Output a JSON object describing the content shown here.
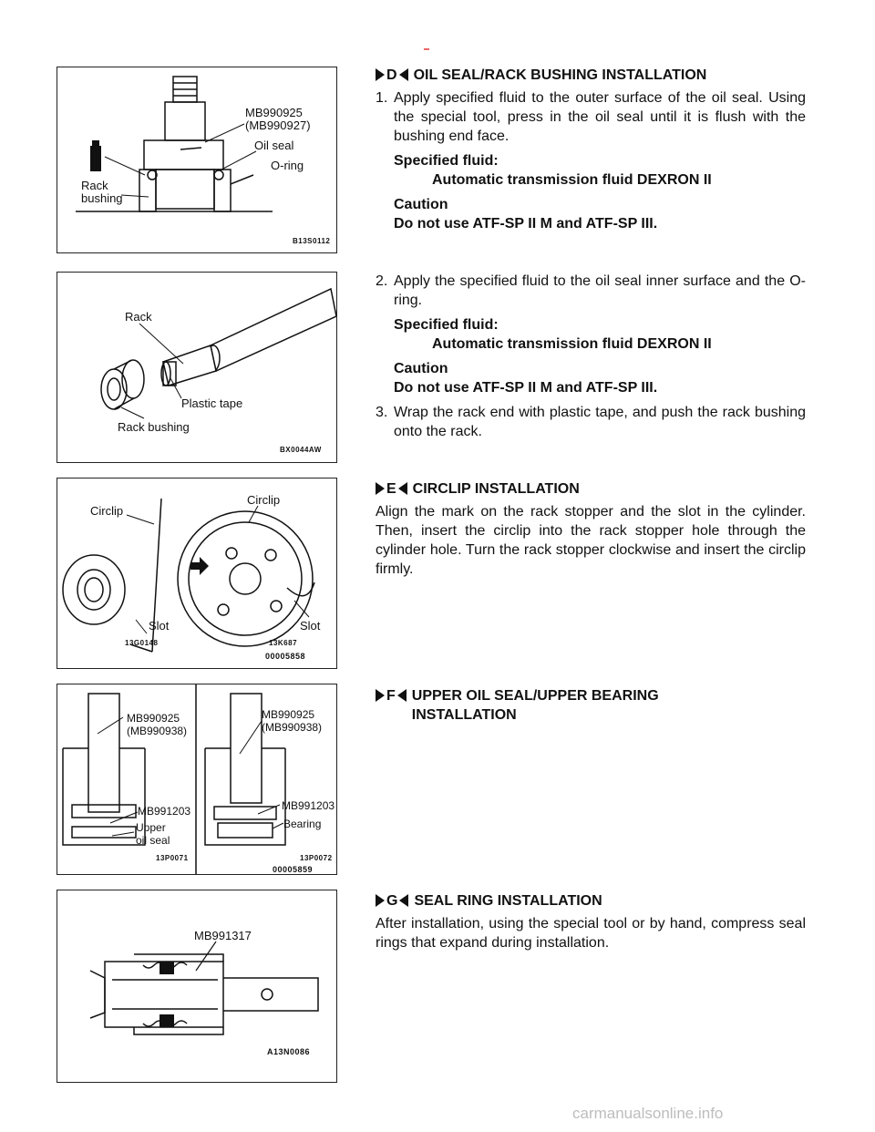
{
  "fig1": {
    "labels": [
      "MB990925",
      "(MB990927)",
      "Oil seal",
      "O-ring",
      "Rack",
      "bushing"
    ],
    "code": "B13S0112"
  },
  "fig2": {
    "labels": [
      "Rack",
      "Plastic tape",
      "Rack bushing"
    ],
    "code": "BX0044AW"
  },
  "fig3": {
    "labels": [
      "Circlip",
      "Circlip",
      "Slot",
      "Slot"
    ],
    "codes": [
      "13G0148",
      "13K687",
      "00005858"
    ]
  },
  "fig4": {
    "labels": [
      "MB990925",
      "(MB990938)",
      "MB991203",
      "Upper",
      "oil seal",
      "MB990925",
      "(MB990938)",
      "MB991203",
      "Bearing"
    ],
    "codes": [
      "13P0071",
      "13P0072",
      "00005859"
    ]
  },
  "fig5": {
    "labels": [
      "MB991317"
    ],
    "code": "A13N0086"
  },
  "sectionD": {
    "letter": "D",
    "title": "OIL SEAL/RACK BUSHING INSTALLATION",
    "step1_num": "1.",
    "step1_text": "Apply specified fluid to the outer surface of the oil seal. Using the special tool, press in the oil seal until it is flush with the bushing end face.",
    "fluid_label": "Specified fluid:",
    "fluid_value": "Automatic transmission fluid DEXRON II",
    "caution_label": "Caution",
    "caution_text": "Do not use ATF-SP II M and ATF-SP III.",
    "step2_num": "2.",
    "step2_text": "Apply the specified fluid to the oil seal inner surface and the O-ring.",
    "fluid2_label": "Specified fluid:",
    "fluid2_value": "Automatic transmission fluid DEXRON II",
    "caution2_label": "Caution",
    "caution2_text": "Do not use ATF-SP II M and ATF-SP III.",
    "step3_num": "3.",
    "step3_text": "Wrap the rack end with plastic tape, and push the rack bushing onto the rack."
  },
  "sectionE": {
    "letter": "E",
    "title": "CIRCLIP INSTALLATION",
    "body": "Align the mark on the rack stopper and the slot in the cylinder. Then, insert the circlip into the rack stopper hole through the cylinder hole. Turn the rack stopper clockwise and insert the circlip firmly."
  },
  "sectionF": {
    "letter": "F",
    "title_line1": "UPPER OIL SEAL/UPPER BEARING",
    "title_line2": "INSTALLATION"
  },
  "sectionG": {
    "letter": "G",
    "title": "SEAL RING INSTALLATION",
    "body": "After installation, using the special tool or by hand, compress seal rings that expand during installation."
  },
  "watermark": "carmanualsonline.info"
}
